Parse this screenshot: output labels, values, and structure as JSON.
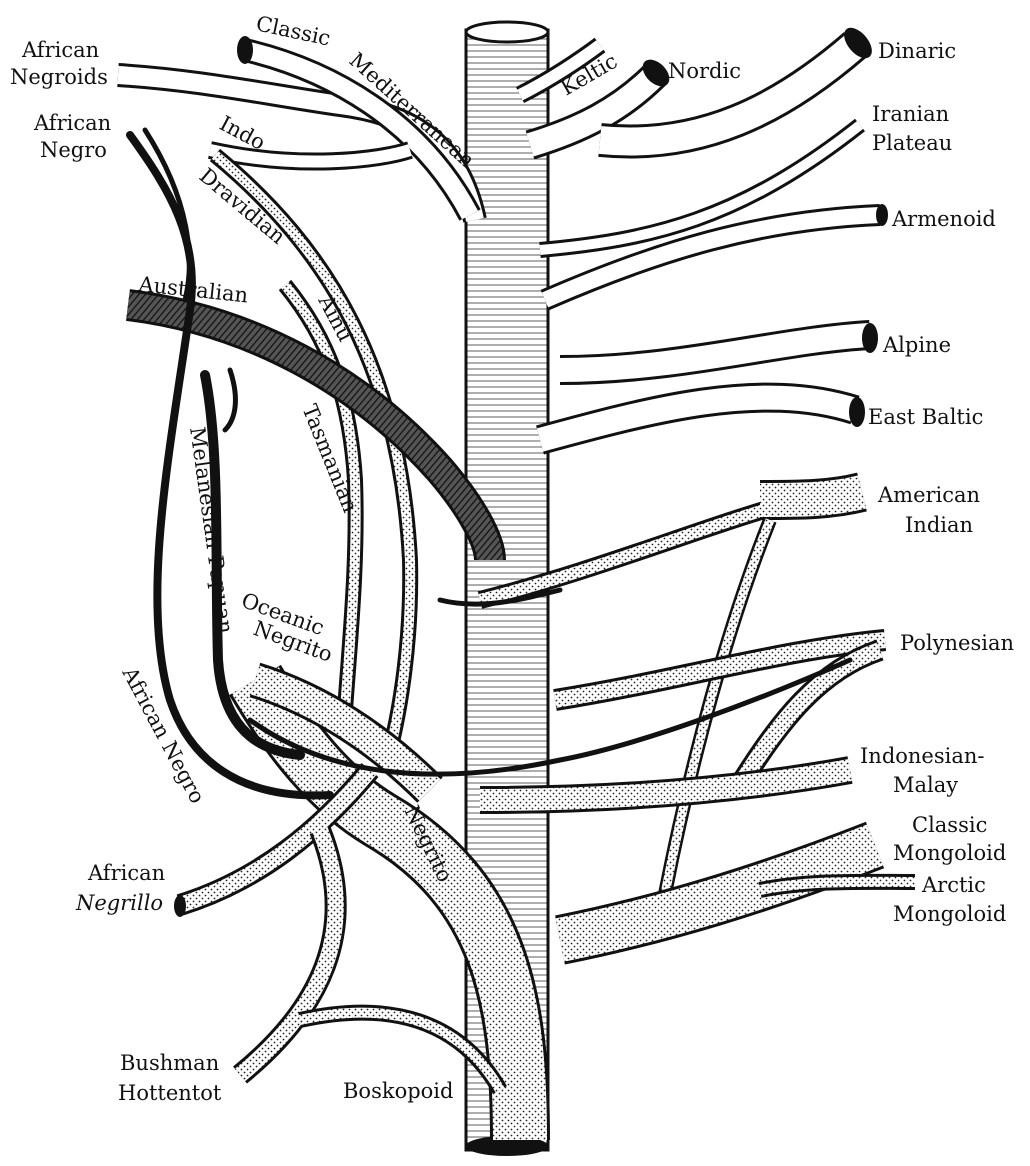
{
  "diagram": {
    "labels": {
      "african_negroids": [
        "African",
        "Negroids"
      ],
      "african_negro_top": [
        "African",
        "Negro"
      ],
      "classic": "Classic",
      "mediterranean": "Mediterranean",
      "indo": "Indo",
      "dravidian": "Dravidian",
      "keltic": "Keltic",
      "nordic": "Nordic",
      "dinaric": "Dinaric",
      "iranian_plateau": [
        "Iranian",
        "Plateau"
      ],
      "armenoid": "Armenoid",
      "australian": "Australian",
      "ainu": "Ainu",
      "tasmanian": "Tasmanian",
      "melanesian_papuan": "Melanesian-Papuan",
      "alpine": "Alpine",
      "east_baltic": "East Baltic",
      "american_indian": [
        "American",
        "Indian"
      ],
      "oceanic_negrito": [
        "Oceanic",
        "Negrito"
      ],
      "polynesian": "Polynesian",
      "african_negro_mid": "African Negro",
      "indonesian_malay": [
        "Indonesian-",
        "Malay"
      ],
      "negrito": "Negrito",
      "classic_mongoloid": [
        "Classic",
        "Mongoloid"
      ],
      "african_negrillo": [
        "African",
        "Negrillo"
      ],
      "arctic_mongoloid": [
        "Arctic",
        "Mongoloid"
      ],
      "bushman_hottentot": [
        "Bushman",
        "Hottentot"
      ],
      "boskopoid": "Boskopoid"
    }
  }
}
